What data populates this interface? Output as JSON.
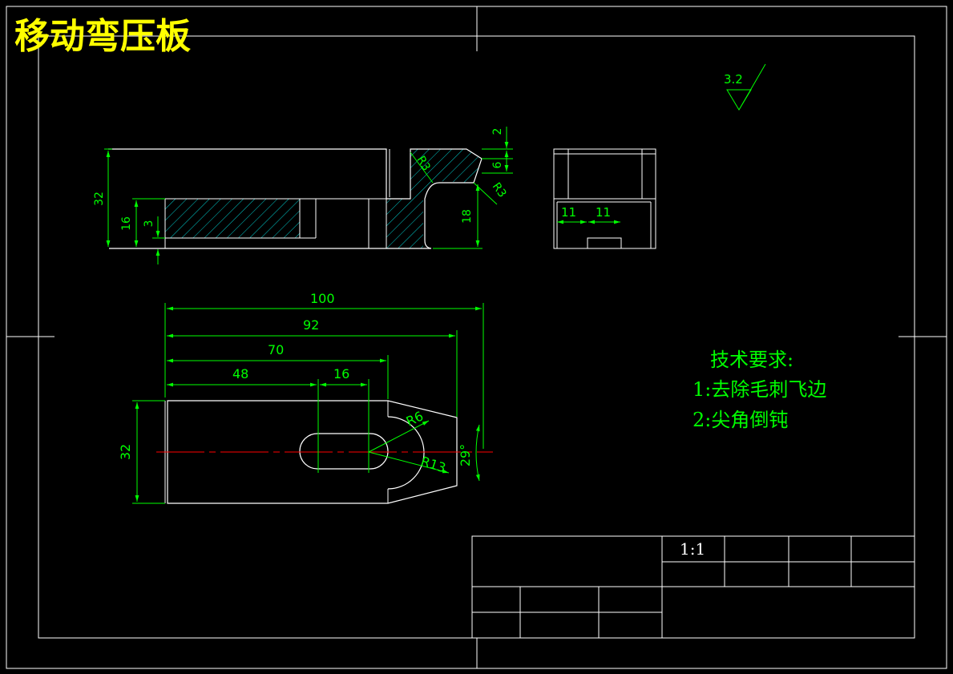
{
  "title": "移动弯压板",
  "roughness": "3.2",
  "colors": {
    "background": "#000000",
    "outline": "#ffffff",
    "dimension": "#00ff00",
    "hatch": "#00ffff",
    "centerline": "#ff0000",
    "title": "#ffff00"
  },
  "front_view": {
    "dims": {
      "overall_height": "32",
      "step_height": "16",
      "bottom_offset": "3",
      "tip_top": "2",
      "tip_height": "6",
      "nose_height": "18",
      "fillet_upper": "R3",
      "fillet_lower": "R3"
    }
  },
  "side_view": {
    "dims": {
      "left_width": "11",
      "right_width": "11"
    }
  },
  "top_view": {
    "dims": {
      "length_100": "100",
      "length_92": "92",
      "length_70": "70",
      "length_48": "48",
      "slot_16": "16",
      "width_32": "32",
      "radius_6": "R6",
      "radius_13": "R13",
      "angle": "29°"
    }
  },
  "tech_requirements": {
    "heading": "技术要求:",
    "items": [
      "1:去除毛刺飞边",
      "2:尖角倒钝"
    ]
  },
  "title_block": {
    "scale": "1:1"
  }
}
